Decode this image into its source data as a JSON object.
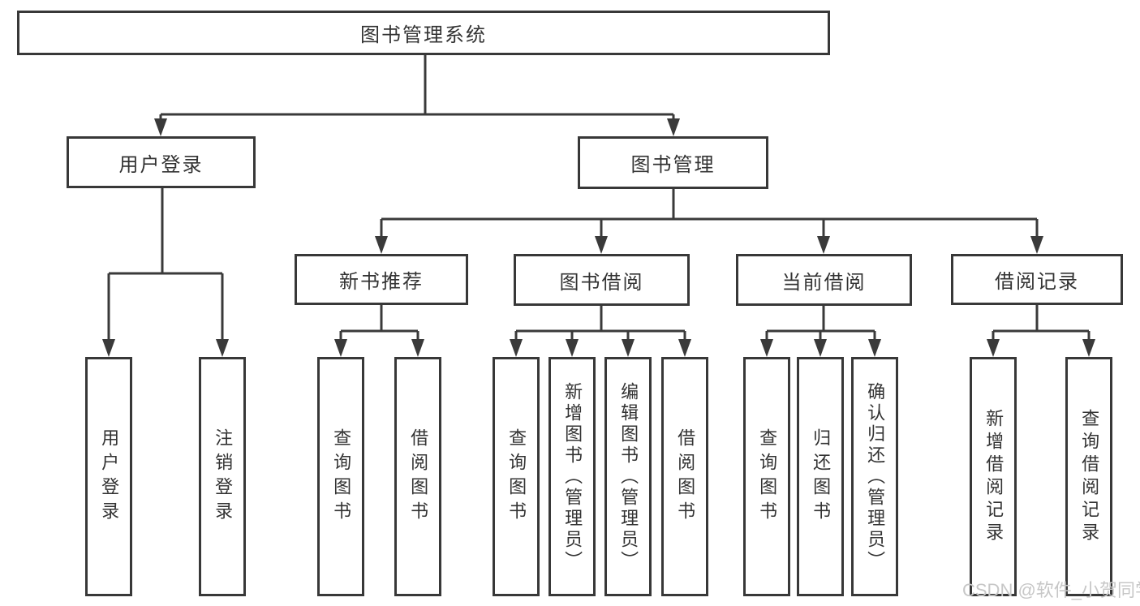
{
  "nodes": {
    "root": {
      "label": "图书管理系统"
    },
    "user_login": {
      "label": "用户登录"
    },
    "book_management": {
      "label": "图书管理"
    },
    "new_book_recommend": {
      "label": "新书推荐"
    },
    "book_borrowing": {
      "label": "图书借阅"
    },
    "current_borrowing": {
      "label": "当前借阅"
    },
    "borrowing_records": {
      "label": "借阅记录"
    },
    "leaf_user_login": {
      "label": "用户登录"
    },
    "leaf_logout": {
      "label": "注销登录"
    },
    "leaf_recommend_query_books": {
      "label": "查询图书"
    },
    "leaf_recommend_borrow_books": {
      "label": "借阅图书"
    },
    "leaf_borrowing_query_books": {
      "label": "查询图书"
    },
    "leaf_borrowing_add_books": {
      "label": "新增图书（管理员）"
    },
    "leaf_borrowing_edit_books": {
      "label": "编辑图书（管理员）"
    },
    "leaf_borrowing_borrow_books": {
      "label": "借阅图书"
    },
    "leaf_current_query_books": {
      "label": "查询图书"
    },
    "leaf_current_return_books": {
      "label": "归还图书"
    },
    "leaf_current_confirm_return": {
      "label": "确认归还（管理员）"
    },
    "leaf_records_add_record": {
      "label": "新增借阅记录"
    },
    "leaf_records_query_record": {
      "label": "查询借阅记录"
    }
  },
  "watermark": {
    "text": "CSDN @软件_小贺同学"
  },
  "colors": {
    "line": "#3a3a3a",
    "box_border": "#383838",
    "text": "#333333",
    "watermark": "#c7c7c7",
    "background": "#ffffff"
  }
}
